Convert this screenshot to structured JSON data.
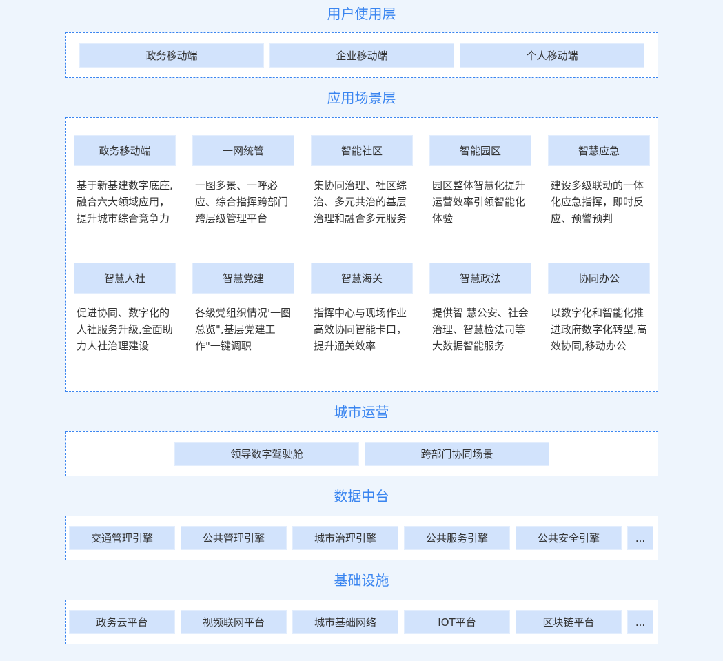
{
  "layers": [
    {
      "title": "用户使用层",
      "items": [
        "政务移动端",
        "企业移动端",
        "个人移动端"
      ]
    },
    {
      "title": "应用场景层",
      "cards": [
        {
          "title": "政务移动端",
          "desc": "基于新基建数字底座,融合六大领域应用，提升城市综合竞争力"
        },
        {
          "title": "一网统管",
          "desc": "一图多景、一呼必应、综合指挥跨部门跨层级管理平台"
        },
        {
          "title": "智能社区",
          "desc": "集协同治理、社区综治、多元共治的基层治理和融合多元服务"
        },
        {
          "title": "智能园区",
          "desc": "园区整体智慧化提升运营效率引领智能化体验"
        },
        {
          "title": "智慧应急",
          "desc": "建设多级联动的一体化应急指挥，即时反应、预警预判"
        },
        {
          "title": "智慧人社",
          "desc": "促进协同、数字化的人社服务升级,全面助力人社治理建设"
        },
        {
          "title": "智慧党建",
          "desc": "各级党组织情况'一图总览\",基层党建工作\"一键调职"
        },
        {
          "title": "智慧海关",
          "desc": "指挥中心与现场作业高效协同智能卡口，提升通关效率"
        },
        {
          "title": "智慧政法",
          "desc": "提供智 慧公安、社会治理、智慧检法司等大数据智能服务"
        },
        {
          "title": "协同办公",
          "desc": "以数字化和智能化推进政府数字化转型,高效协同,移动办公"
        }
      ]
    },
    {
      "title": "城市运营",
      "items": [
        "领导数字驾驶舱",
        "跨部门协同场景"
      ]
    },
    {
      "title": "数据中台",
      "items": [
        "交通管理引擎",
        "公共管理引擎",
        "城市治理引擎",
        "公共服务引擎",
        "公共安全引擎",
        "..."
      ]
    },
    {
      "title": "基础设施",
      "items": [
        "政务云平台",
        "视频联网平台",
        "城市基础网络",
        "IOT平台",
        "区块链平台",
        "..."
      ]
    }
  ]
}
